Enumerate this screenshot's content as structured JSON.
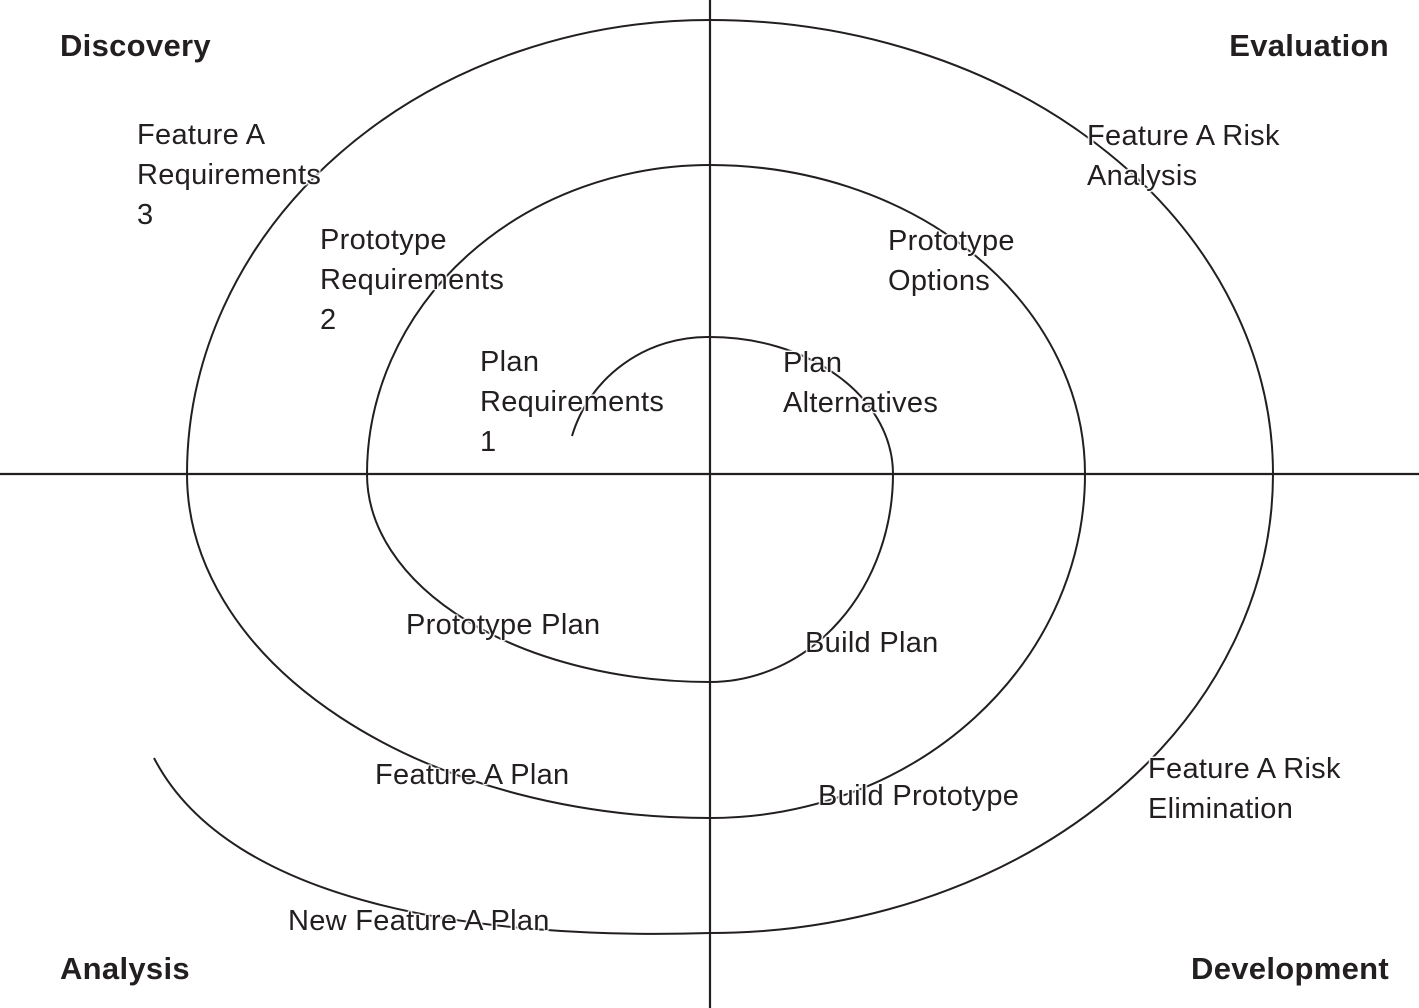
{
  "quadrants": {
    "top_left": "Discovery",
    "top_right": "Evaluation",
    "bottom_left": "Analysis",
    "bottom_right": "Development"
  },
  "labels": [
    {
      "id": "feature-a-requirements-3",
      "lines": [
        "Feature A",
        "Requirements",
        "3"
      ]
    },
    {
      "id": "prototype-requirements-2",
      "lines": [
        "Prototype",
        "Requirements",
        "2"
      ]
    },
    {
      "id": "plan-requirements-1",
      "lines": [
        "Plan",
        "Requirements",
        "1"
      ]
    },
    {
      "id": "plan-alternatives",
      "lines": [
        "Plan",
        "Alternatives"
      ]
    },
    {
      "id": "prototype-options",
      "lines": [
        "Prototype",
        "Options"
      ]
    },
    {
      "id": "feature-a-risk-analysis",
      "lines": [
        "Feature A Risk",
        "Analysis"
      ]
    },
    {
      "id": "prototype-plan",
      "lines": [
        "Prototype Plan"
      ]
    },
    {
      "id": "build-plan",
      "lines": [
        "Build Plan"
      ]
    },
    {
      "id": "feature-a-plan",
      "lines": [
        "Feature A Plan"
      ]
    },
    {
      "id": "build-prototype",
      "lines": [
        "Build Prototype"
      ]
    },
    {
      "id": "feature-a-risk-elimination",
      "lines": [
        "Feature A Risk",
        "Elimination"
      ]
    },
    {
      "id": "new-feature-a-plan",
      "lines": [
        "New Feature A Plan"
      ]
    }
  ],
  "colors": {
    "ink": "#231f20",
    "background": "#ffffff"
  }
}
